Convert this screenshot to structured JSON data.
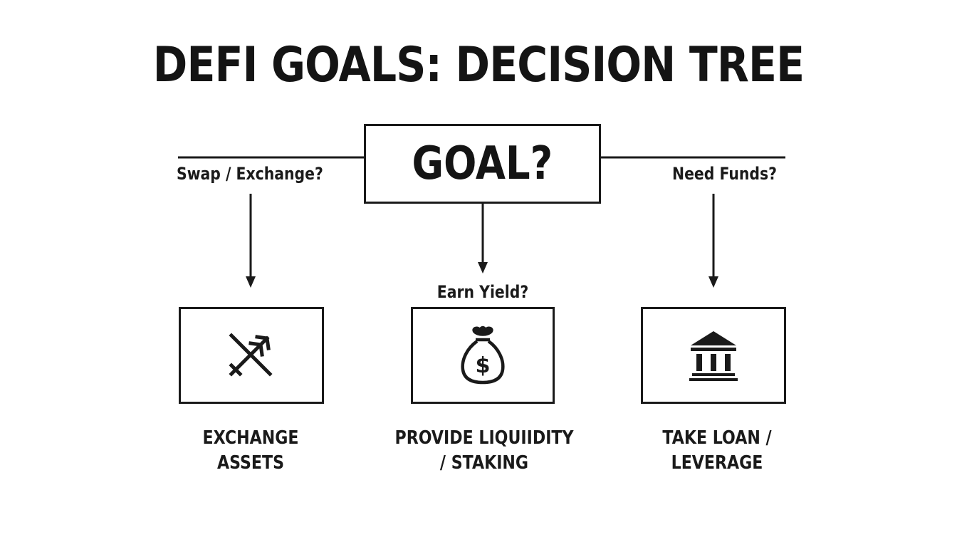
{
  "title": "DEFI GOALS: DECISION TREE",
  "root": {
    "label": "GOAL?"
  },
  "branches": [
    {
      "question": "Swap / Exchange?",
      "icon": "exchange-arrows-icon",
      "outcome": [
        "EXCHANGE",
        "ASSETS"
      ]
    },
    {
      "question": "Earn Yield?",
      "icon": "money-bag-icon",
      "outcome": [
        "PROVIDE LIQUIIDITY",
        "/ STAKING"
      ]
    },
    {
      "question": "Need Funds?",
      "icon": "bank-icon",
      "outcome": [
        "TAKE LOAN /",
        "LEVERAGE"
      ]
    }
  ],
  "colors": {
    "stroke": "#1a1a1a",
    "background": "#ffffff"
  }
}
